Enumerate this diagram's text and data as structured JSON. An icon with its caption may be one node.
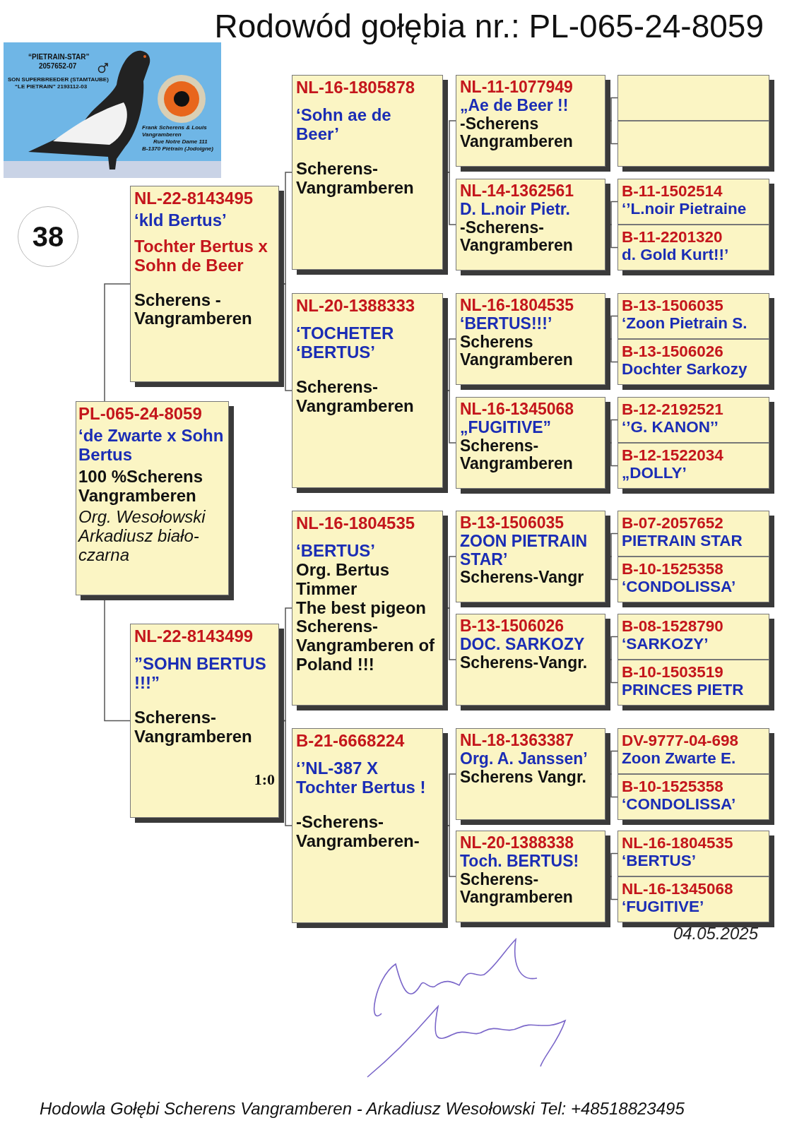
{
  "diagram": {
    "title": "Rodowód gołębia nr.: PL-065-24-8059",
    "nodes": [
      {
        "text": [
          "PL-065-24-8059",
          "‘de Zwarte x Sohn Bertus",
          "100 %Scherens Vangramberen",
          "Org. Wesołowski Arkadiusz biało-czarna"
        ]
      },
      {
        "text": [
          "NL-22-8143495",
          "‘kld Bertus’",
          "Tochter Bertus x Sohn de Beer",
          "Scherens - Vangramberen"
        ]
      },
      {
        "text": [
          "NL-22-8143499",
          "”SOHN BERTUS !!!”",
          "Scherens- Vangramberen",
          "1:0"
        ]
      },
      {
        "text": [
          "NL-16-1805878",
          "‘Sohn ae de Beer’",
          "Scherens- Vangramberen"
        ]
      },
      {
        "text": [
          "NL-20-1388333",
          "‘TOCHETER ‘BERTUS’",
          "Scherens- Vangramberen"
        ]
      },
      {
        "text": [
          "NL-16-1804535",
          "‘BERTUS’",
          "Org. Bertus Timmer",
          "The best pigeon Scherens- Vangramberen of Poland !!!"
        ]
      },
      {
        "text": [
          "B-21-6668224",
          "‘’NL-387 X Tochter Bertus !",
          "-Scherens- Vangramberen-"
        ]
      },
      {
        "text": [
          "NL-11-1077949",
          "„Ae de Beer !!",
          "-Scherens Vangramberen"
        ]
      },
      {
        "text": [
          "NL-14-1362561",
          "D. L.noir Pietr.",
          "-Scherens- Vangramberen"
        ]
      },
      {
        "text": [
          "NL-16-1804535",
          "‘BERTUS!!!’",
          "Scherens Vangramberen"
        ]
      },
      {
        "text": [
          "NL-16-1345068",
          "„FUGITIVE”",
          "Scherens- Vangramberen"
        ]
      },
      {
        "text": [
          "B-13-1506035",
          "ZOON PIETRAIN STAR’",
          "Scherens-Vangr"
        ]
      },
      {
        "text": [
          "B-13-1506026",
          "DOC. SARKOZY",
          "Scherens-Vangr."
        ]
      },
      {
        "text": [
          "NL-18-1363387",
          "Org. A. Janssen’",
          "Scherens Vangr."
        ]
      },
      {
        "text": [
          "NL-20-1388338",
          "Toch. BERTUS!",
          "Scherens- Vangramberen"
        ]
      },
      {
        "text": [],
        "shape": "box"
      },
      {
        "text": [],
        "shape": "box"
      },
      {
        "text": [
          "B-11-1502514",
          "‘’L.noir Pietraine"
        ]
      },
      {
        "text": [
          "B-11-2201320",
          "d. Gold Kurt!!’"
        ]
      },
      {
        "text": [
          "B-13-1506035",
          "‘Zoon Pietrain S."
        ]
      },
      {
        "text": [
          "B-13-1506026",
          "Dochter Sarkozy"
        ]
      },
      {
        "text": [
          "B-12-2192521",
          "‘’G. KANON’’"
        ]
      },
      {
        "text": [
          "B-12-1522034",
          "„DOLLY’"
        ]
      },
      {
        "text": [
          "B-07-2057652",
          "PIETRAIN STAR"
        ]
      },
      {
        "text": [
          "B-10-1525358",
          "‘CONDOLISSA’"
        ]
      },
      {
        "text": [
          "B-08-1528790",
          "‘SARKOZY’"
        ]
      },
      {
        "text": [
          "B-10-1503519",
          "PRINCES PIETR"
        ]
      },
      {
        "text": [
          "DV-9777-04-698",
          "Zoon Zwarte E."
        ]
      },
      {
        "text": [
          "B-10-1525358",
          "‘CONDOLISSA’"
        ]
      },
      {
        "text": [
          "NL-16-1804535",
          "‘BERTUS’"
        ]
      },
      {
        "text": [
          "NL-16-1345068",
          "‘FUGITIVE’"
        ]
      },
      {
        "text": [
          "38"
        ]
      }
    ],
    "edges": [
      {
        "from": 0,
        "to": 1,
        "arrow": "none"
      },
      {
        "from": 0,
        "to": 2,
        "arrow": "none"
      },
      {
        "from": 1,
        "to": 3,
        "arrow": "none"
      },
      {
        "from": 1,
        "to": 4,
        "arrow": "none"
      },
      {
        "from": 2,
        "to": 5,
        "arrow": "none"
      },
      {
        "from": 2,
        "to": 6,
        "arrow": "none"
      },
      {
        "from": 3,
        "to": 7,
        "arrow": "none"
      },
      {
        "from": 3,
        "to": 8,
        "arrow": "none"
      },
      {
        "from": 4,
        "to": 9,
        "arrow": "none"
      },
      {
        "from": 4,
        "to": 10,
        "arrow": "none"
      },
      {
        "from": 5,
        "to": 11,
        "arrow": "none"
      },
      {
        "from": 5,
        "to": 12,
        "arrow": "none"
      },
      {
        "from": 6,
        "to": 13,
        "arrow": "none"
      },
      {
        "from": 6,
        "to": 14,
        "arrow": "none"
      },
      {
        "from": 7,
        "to": 15,
        "arrow": "none"
      },
      {
        "from": 7,
        "to": 16,
        "arrow": "none"
      },
      {
        "from": 8,
        "to": 17,
        "arrow": "none"
      },
      {
        "from": 8,
        "to": 18,
        "arrow": "none"
      },
      {
        "from": 9,
        "to": 19,
        "arrow": "none"
      },
      {
        "from": 9,
        "to": 20,
        "arrow": "none"
      },
      {
        "from": 10,
        "to": 21,
        "arrow": "none"
      },
      {
        "from": 10,
        "to": 22,
        "arrow": "none"
      },
      {
        "from": 11,
        "to": 23,
        "arrow": "none"
      },
      {
        "from": 11,
        "to": 24,
        "arrow": "none"
      },
      {
        "from": 12,
        "to": 25,
        "arrow": "none"
      },
      {
        "from": 12,
        "to": 26,
        "arrow": "none"
      },
      {
        "from": 13,
        "to": 27,
        "arrow": "none"
      },
      {
        "from": 13,
        "to": 28,
        "arrow": "none"
      },
      {
        "from": 14,
        "to": 29,
        "arrow": "none"
      },
      {
        "from": 14,
        "to": 30,
        "arrow": "none"
      }
    ],
    "labels": [
      "“PIETRAIN-STAR”",
      "2057652-07",
      "SON SUPERBREEDER (STAMTAUBE)",
      "“LE PIETRAIN” 2193112-03",
      "Frank Scherens & Louis Vangramberen",
      "Rue Notre Dame 111",
      "B-1370 Piétrain (Jodoigne)",
      "04.05.2025",
      "Hodowla Gołębi Scherens Vangramberen - Arkadiusz Wesołowski Tel: +48518823495"
    ]
  }
}
